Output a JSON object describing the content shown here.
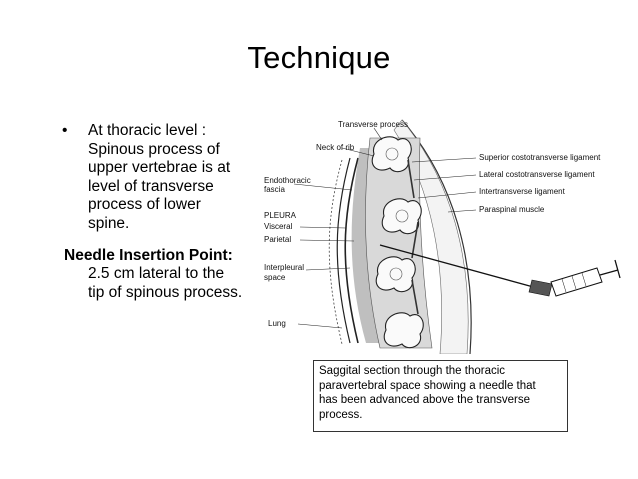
{
  "slide": {
    "title": "Technique",
    "bullet": {
      "marker": "•",
      "lines": [
        "At thoracic level :",
        "Spinous process of",
        "upper vertebrae is at",
        "level of transverse",
        "process of lower",
        "spine."
      ]
    },
    "needle_point": {
      "heading": "Needle Insertion Point:",
      "lines": [
        "2.5 cm lateral to the",
        "tip of spinous process."
      ]
    },
    "figure": {
      "labels": {
        "transverse_process": "Transverse process",
        "neck_of_rib": "Neck of rib",
        "superior_ligament": "Superior costotransverse ligament",
        "lateral_ligament": "Lateral costotransverse ligament",
        "endothoracic": "Endothoracic",
        "fascia": "fascia",
        "intertransverse": "Intertransverse ligament",
        "paraspinal": "Paraspinal muscle",
        "pleura": "PLEURA",
        "visceral": "Visceral",
        "parietal": "Parietal",
        "interpleural": "Interpleural",
        "space": "space",
        "lung": "Lung"
      }
    },
    "caption": {
      "lines": [
        "Saggital section through the thoracic",
        "paravertebral space showing a needle that",
        "has been advanced above the transverse",
        "process."
      ]
    }
  }
}
